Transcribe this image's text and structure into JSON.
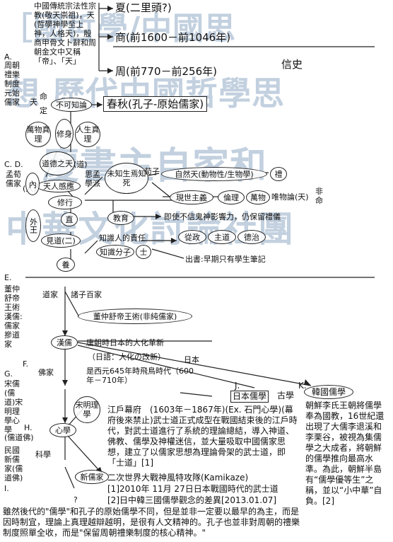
{
  "watermark": {
    "line1": "［國哲學/中國思",
    "line2": "想 歷代中國哲學思",
    "line3": "慶書主自家和",
    "line4": "中華文化討論社團"
  },
  "left_labels": {
    "a": "A.",
    "a_body": "周朝禮樂制度元始儒家",
    "cd": "C. D.",
    "cd_body": "孟荀儒家",
    "e": "E.",
    "e_body": "董仲舒帝王術漢儒:儒家摻道家",
    "f": "F.",
    "g": "G.",
    "g_body": "宋儒(儒道)宋明理學心學",
    "h": "H.",
    "h_body": "(儒道佛)",
    "minguo": "民國新儒家(儒道佛)",
    "i": "I."
  },
  "top_note": "中國傳統宗法性宗教(敬天崇祖)，天(哲學神學至上神，人格天)，殷商甲骨文卜辭和周朝金文中又稱「帝」、「天」",
  "dynasties": {
    "xia": "夏(二里頭?)",
    "shang": "商(前1600－前1046年)",
    "zhou": "周(前770－前256年)",
    "xinshi": "信史",
    "chunqiu": "春秋(孔子-原始儒家)"
  },
  "nodes": {
    "bukezhi": "不可知論",
    "tian": "天",
    "ming": "命",
    "ding": "定",
    "wanwu": "萬物真理",
    "xiu": "修身",
    "rensheng": "人生真理",
    "daode": "道德之天",
    "yi_shan": "(道)",
    "tianren": "天人感應",
    "tianren_side": "(人)",
    "siti": "思孟學派",
    "weizhi": "未知生焉知死",
    "xunzi": "荀子",
    "ziran": "自然天(動物性/生物學)",
    "li_ritual": "禮",
    "xianshi": "現世主義",
    "lunli": "倫理",
    "wanwu_ren": "萬物",
    "weiwu": "唯物論(天)",
    "fei": "非命",
    "xing": "修行",
    "jiaoyu": "教育",
    "jishi": "即使不信鬼神影響力，仍保留禮儀",
    "nei": "內",
    "wai": "外",
    "wang": "王",
    "zhi": "直",
    "jianyi": "見道(二)",
    "zhishiren": "知識人的責任",
    "zhishifenzi": "知識分子",
    "tu": "士",
    "congzheng": "從政",
    "zhudao": "主道",
    "dezhi": "德治",
    "chushu": "出書:早期只有學生筆記",
    "yang": "養"
  },
  "era_e": {
    "daojia": "道家",
    "zhuzi": "諸子百家",
    "dongzhongshu": "董仲舒帝王術(非純儒家)",
    "hanru": "漢儒",
    "tang": "唐朝時日本的大化革新",
    "dahua": "（日語：大化の改新）",
    "riben": "日本",
    "fojia": "佛家",
    "xiyuan": "是西元645年時飛鳥時代（600年－710年）",
    "songming": "宋明理學",
    "xinxue": "心學",
    "kexue": "科學",
    "xinrujia": "新儒家",
    "question": "?"
  },
  "japan": {
    "label_j": "J.",
    "riben_ruxue": "日本儒學",
    "gu": "古學",
    "body": "江戶幕府　(1603年－1867年)(Ex. 石門心學)(幕府後來禁止)武士道正式成型在戰國結束後的江戶時代，對武士道進行了系統的理論總結，導入神道、佛教、儒學及神權迷信，並大量吸取中國儒家思想，建立了以儒家思想為理論骨架的武士道，即「士道」[1]",
    "kamikaze": "二次世界大戰神風特攻隊(Kamikaze)",
    "ref1": "[1]2010年 11月 27日日本戰國時代的武士道",
    "ref2": "[2]日中韓三國儒學觀念的差異[2013.01.07]"
  },
  "korea": {
    "label_k": "K.",
    "hanguo": "韓國儒學",
    "body": "朝鮮李氏王朝將儒學奉為國教，16世紀還出現了大儒李退溪和李栗谷，被視為集儒學之大成者，將朝鮮的儒學推向最高水準。為此，朝鮮半島有“儒學優等生”之稱，並以“小中華”自負。[2]"
  },
  "footer": "雖然後代的\"儒學\"和孔子的原始儒學不同，但是並非一定要以最早的為主，而是因時制宜，理論上真理越辯越明，是很有人文精神的。孔子也並非對周朝的禮樂制度照單全收，而是\"保留周朝禮樂制度的核心精神。\""
}
